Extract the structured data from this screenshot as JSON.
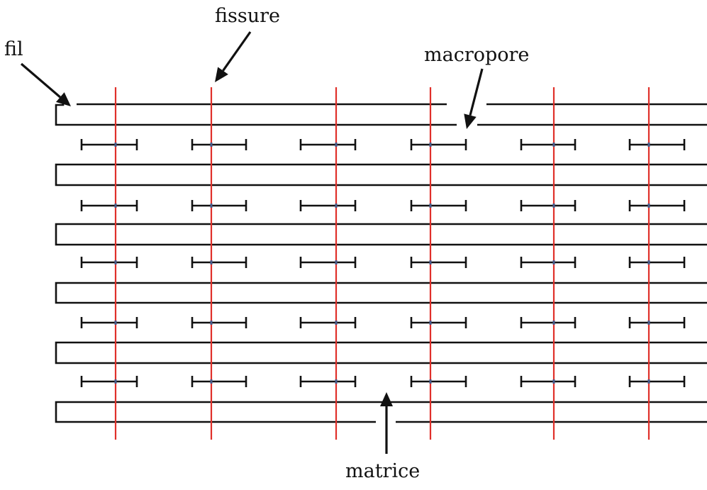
{
  "labels": {
    "fil": "fil",
    "fissure": "fissure",
    "macropore": "macropore",
    "matrice": "matrice"
  },
  "colors": {
    "line": "#111111",
    "fissure": "#e0302a",
    "crossing": "#4a5a8a"
  }
}
